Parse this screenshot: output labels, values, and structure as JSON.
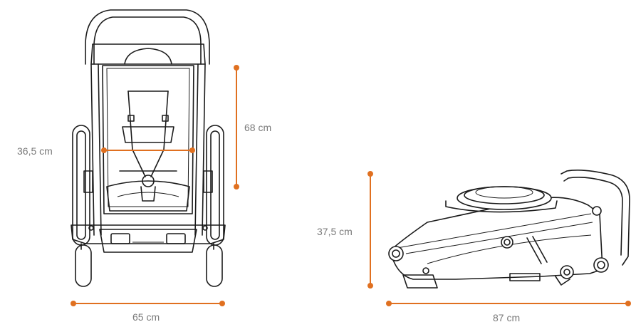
{
  "accent_color": "#e07020",
  "outline_color": "#1b1b1b",
  "dimensions": {
    "front_view": {
      "width_label": "65 cm",
      "height_label": "68 cm",
      "seat_width_label": "36,5 cm"
    },
    "folded_view": {
      "height_label": "37,5 cm",
      "length_label": "87 cm"
    }
  }
}
